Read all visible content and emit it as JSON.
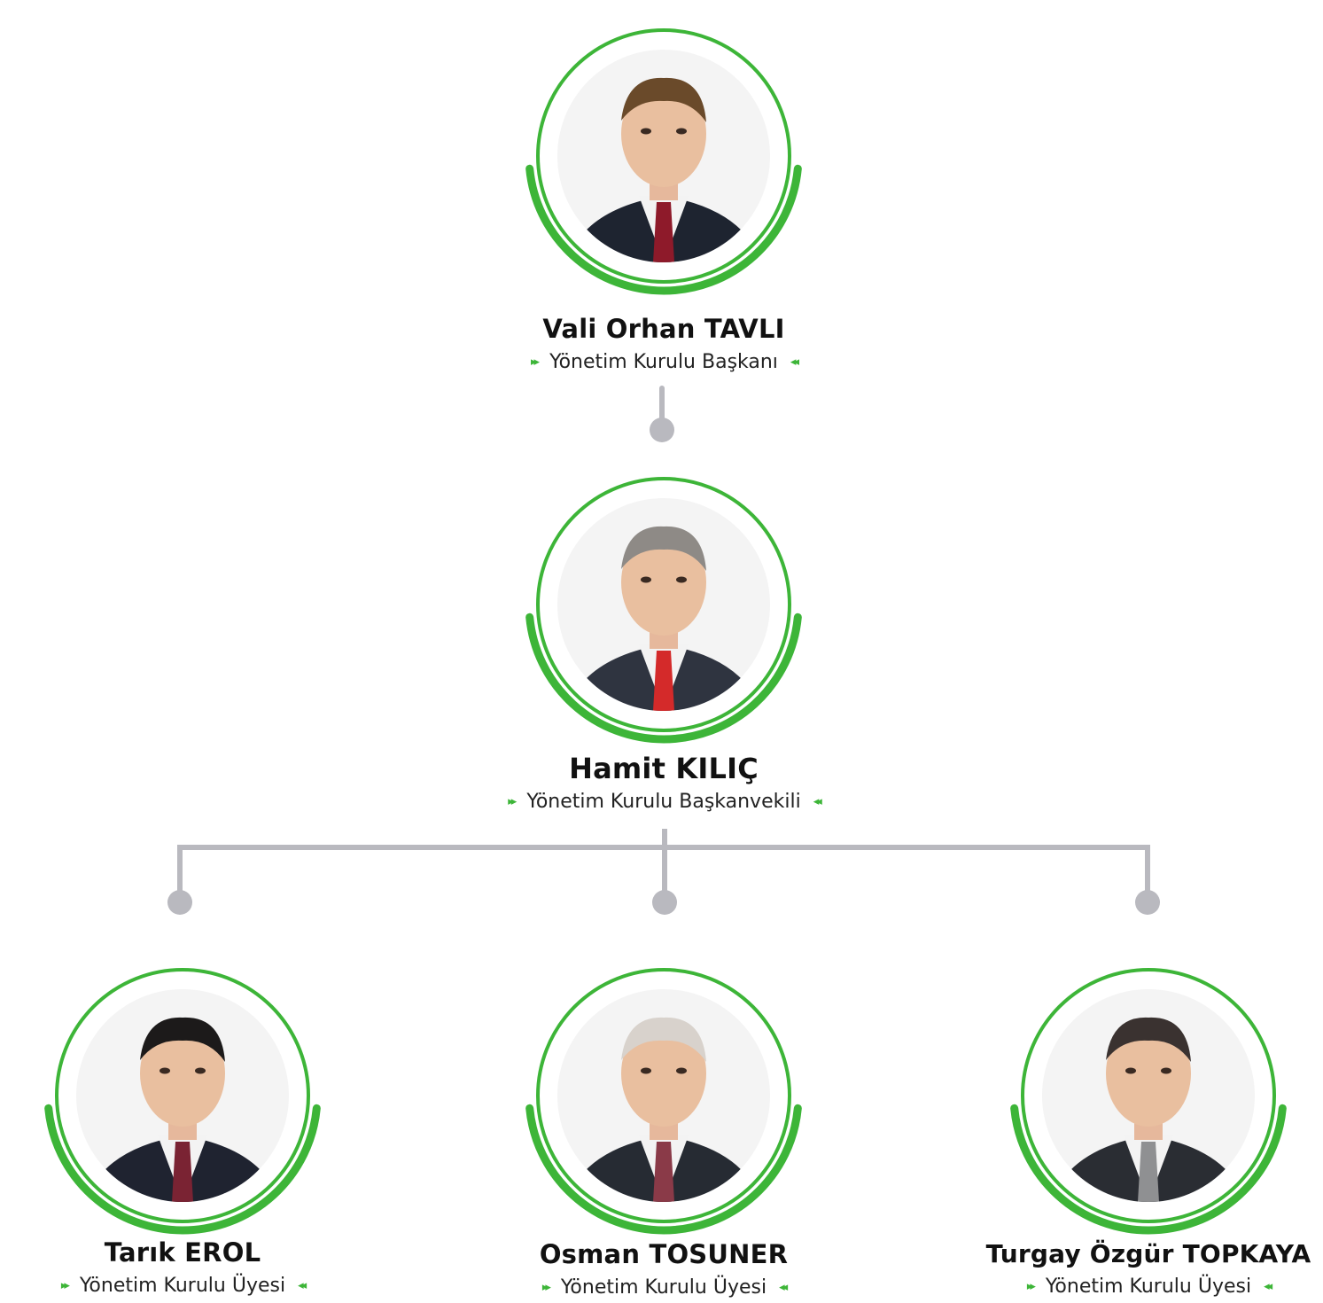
{
  "members": [
    {
      "name": "Vali Orhan TAVLI",
      "role": "Yönetim Kurulu Başkanı",
      "arrow_left": "▸▸",
      "arrow_right": "◂◂"
    },
    {
      "name": "Hamit KILIÇ",
      "role": "Yönetim Kurulu Başkanvekili",
      "arrow_left": "▸▸",
      "arrow_right": "◂◂"
    },
    {
      "name": "Tarık EROL",
      "role": "Yönetim Kurulu Üyesi",
      "arrow_left": "▸▸",
      "arrow_right": "◂◂"
    },
    {
      "name": "Osman TOSUNER",
      "role": "Yönetim Kurulu Üyesi",
      "arrow_left": "▸▸",
      "arrow_right": "◂◂"
    },
    {
      "name": "Turgay Özgür TOPKAYA",
      "role": "Yönetim Kurulu Üyesi",
      "arrow_left": "▸▸",
      "arrow_right": "◂◂"
    }
  ],
  "colors": {
    "accent": "#3db538",
    "connector": "#b9b9bf",
    "text": "#111111"
  },
  "portrait_tints": {
    "suit": [
      "#1e2430",
      "#2f3440",
      "#1f2330",
      "#262b33",
      "#2a2d33"
    ],
    "tie": [
      "#8e1a2a",
      "#d42a2a",
      "#7a2333",
      "#8a3a48",
      "#8f9092"
    ],
    "hair": [
      "#6a4a2a",
      "#8e8a86",
      "#1c1a1a",
      "#d8d2cc",
      "#3a3230"
    ]
  }
}
